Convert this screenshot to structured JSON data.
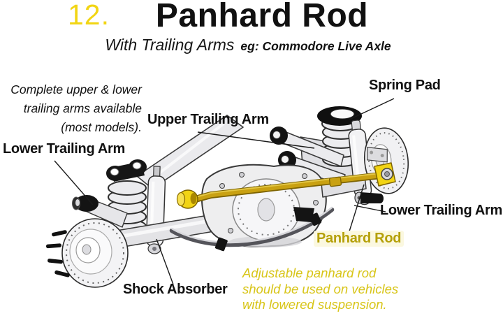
{
  "header": {
    "number": "12.",
    "title": "Panhard Rod",
    "subtitle_main": "With Trailing Arms",
    "subtitle_note": "eg: Commodore Live Axle"
  },
  "notes": {
    "availability_lines": [
      "Complete upper & lower",
      "trailing arms available",
      "(most models)."
    ],
    "adjustable_lines": [
      "Adjustable panhard rod",
      "should be used on vehicles",
      "with lowered suspension."
    ]
  },
  "labels": {
    "lower_trailing_arm_left": "Lower Trailing Arm",
    "upper_trailing_arm": "Upper Trailing Arm",
    "spring_pad": "Spring Pad",
    "lower_trailing_arm_right": "Lower Trailing Arm",
    "panhard_rod": "Panhard Rod",
    "shock_absorber": "Shock Absorber"
  },
  "colors": {
    "accent_yellow": "#f2d513",
    "gold_label": "#b5a008",
    "note_yellow": "#d8c518",
    "rod_gold": "#c9a112",
    "rod_outline": "#7d6300",
    "bushing_yellow": "#f2d414",
    "ink": "#1a1a1a"
  }
}
